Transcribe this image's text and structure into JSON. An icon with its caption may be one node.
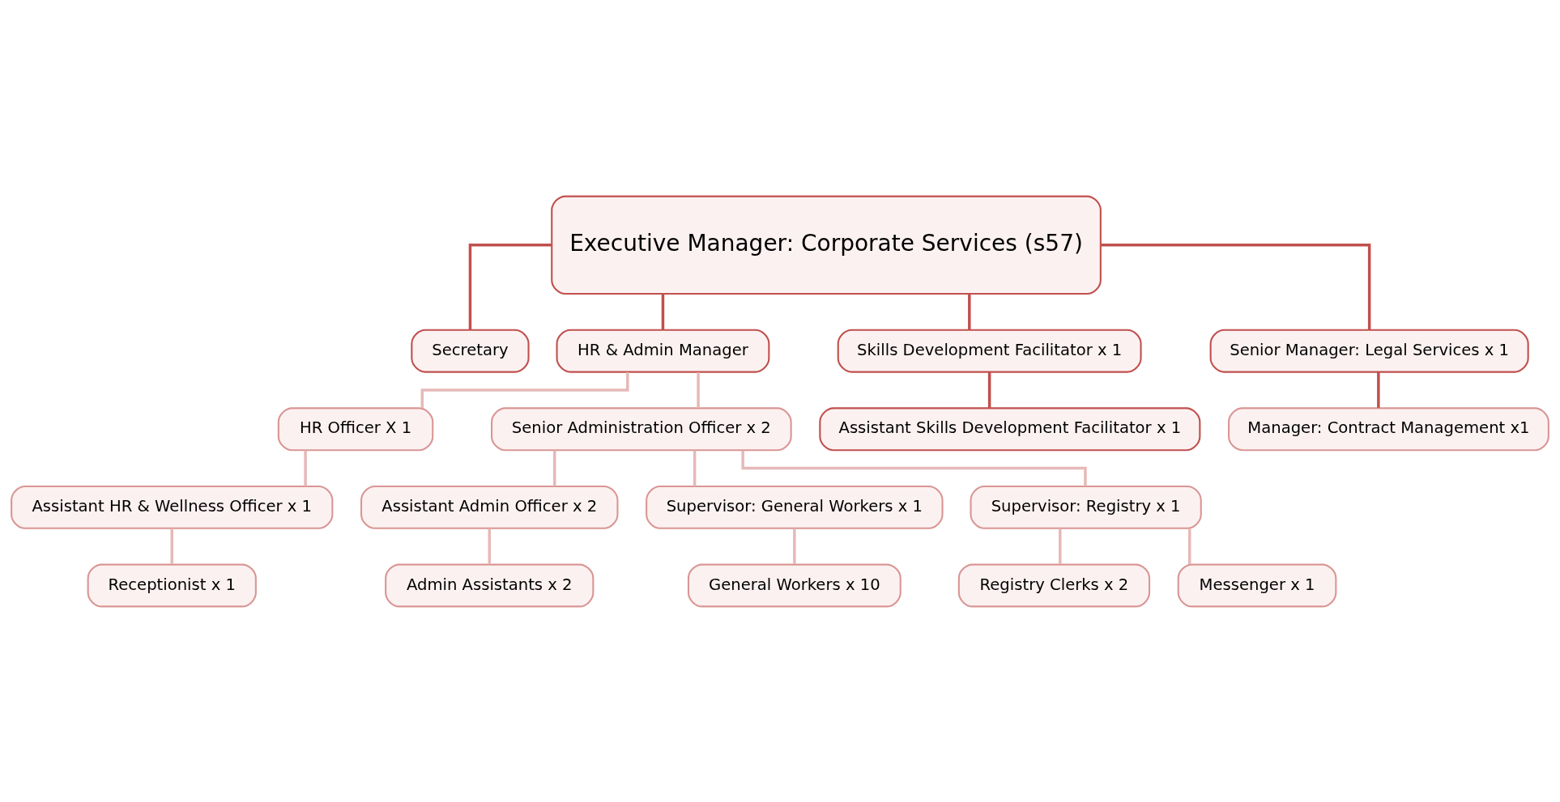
{
  "diagram": {
    "nodes": [
      {
        "text": [
          "Executive Manager: Corporate Services (s57)"
        ]
      },
      {
        "text": [
          "Secretary"
        ]
      },
      {
        "text": [
          "HR & Admin Manager"
        ]
      },
      {
        "text": [
          "Skills Development Facilitator x 1"
        ]
      },
      {
        "text": [
          "Senior Manager: Legal Services x 1"
        ]
      },
      {
        "text": [
          "HR Officer X 1"
        ]
      },
      {
        "text": [
          "Senior Administration Officer x 2"
        ]
      },
      {
        "text": [
          "Assistant Skills Development Facilitator x 1"
        ]
      },
      {
        "text": [
          "Manager: Contract Management x1"
        ]
      },
      {
        "text": [
          "Assistant HR & Wellness Officer x 1"
        ]
      },
      {
        "text": [
          "Assistant Admin Officer x 2"
        ]
      },
      {
        "text": [
          "Supervisor: General Workers x 1"
        ]
      },
      {
        "text": [
          "Supervisor: Registry x 1"
        ]
      },
      {
        "text": [
          "Receptionist x 1"
        ]
      },
      {
        "text": [
          "Admin Assistants x 2"
        ]
      },
      {
        "text": [
          "General Workers x 10"
        ]
      },
      {
        "text": [
          "Registry Clerks x 2"
        ]
      },
      {
        "text": [
          "Messenger x 1"
        ]
      }
    ],
    "edges": [
      {
        "from": 0,
        "to": 1,
        "arrow": "none",
        "color": "#c0504d"
      },
      {
        "from": 0,
        "to": 2,
        "arrow": "none",
        "color": "#c0504d"
      },
      {
        "from": 0,
        "to": 3,
        "arrow": "none",
        "color": "#c0504d"
      },
      {
        "from": 0,
        "to": 4,
        "arrow": "none",
        "color": "#c0504d"
      },
      {
        "from": 2,
        "to": 5,
        "arrow": "none"
      },
      {
        "from": 2,
        "to": 6,
        "arrow": "none"
      },
      {
        "from": 3,
        "to": 7,
        "arrow": "none",
        "color": "#c0504d"
      },
      {
        "from": 4,
        "to": 8,
        "arrow": "none",
        "color": "#c0504d"
      },
      {
        "from": 5,
        "to": 9,
        "arrow": "none"
      },
      {
        "from": 6,
        "to": 10,
        "arrow": "none"
      },
      {
        "from": 6,
        "to": 11,
        "arrow": "none"
      },
      {
        "from": 6,
        "to": 12,
        "arrow": "none"
      },
      {
        "from": 9,
        "to": 13,
        "arrow": "none"
      },
      {
        "from": 10,
        "to": 14,
        "arrow": "none"
      },
      {
        "from": 11,
        "to": 15,
        "arrow": "none"
      },
      {
        "from": 12,
        "to": 16,
        "arrow": "none"
      },
      {
        "from": 12,
        "to": 17,
        "arrow": "none"
      }
    ]
  }
}
